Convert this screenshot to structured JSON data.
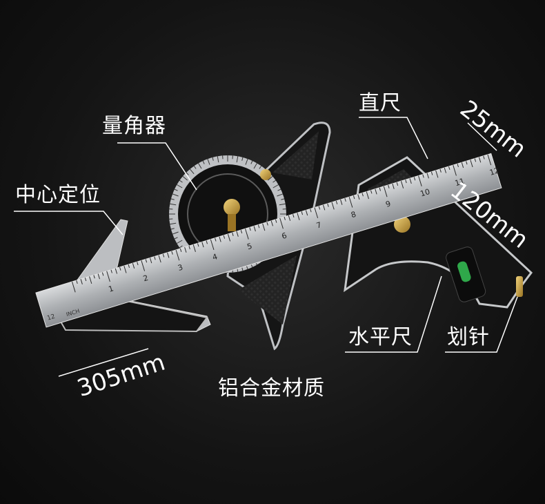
{
  "labels": {
    "protractor": "量角器",
    "center_finder": "中心定位",
    "straight_ruler": "直尺",
    "spirit_level": "水平尺",
    "scriber": "划针",
    "material": "铝合金材质"
  },
  "dimensions": {
    "width": "25mm",
    "head_length": "120mm",
    "ruler_length": "305mm"
  },
  "ruler_marks": {
    "numbers": [
      "1",
      "2",
      "3",
      "4",
      "5",
      "6",
      "7",
      "8",
      "9",
      "10",
      "11",
      "12"
    ],
    "unit": "INCH",
    "end_fraction": "12"
  },
  "colors": {
    "background": "#121212",
    "steel": "#b8babd",
    "body_black": "#1a1a1a",
    "brass": "#c8a040",
    "text": "#ffffff"
  }
}
